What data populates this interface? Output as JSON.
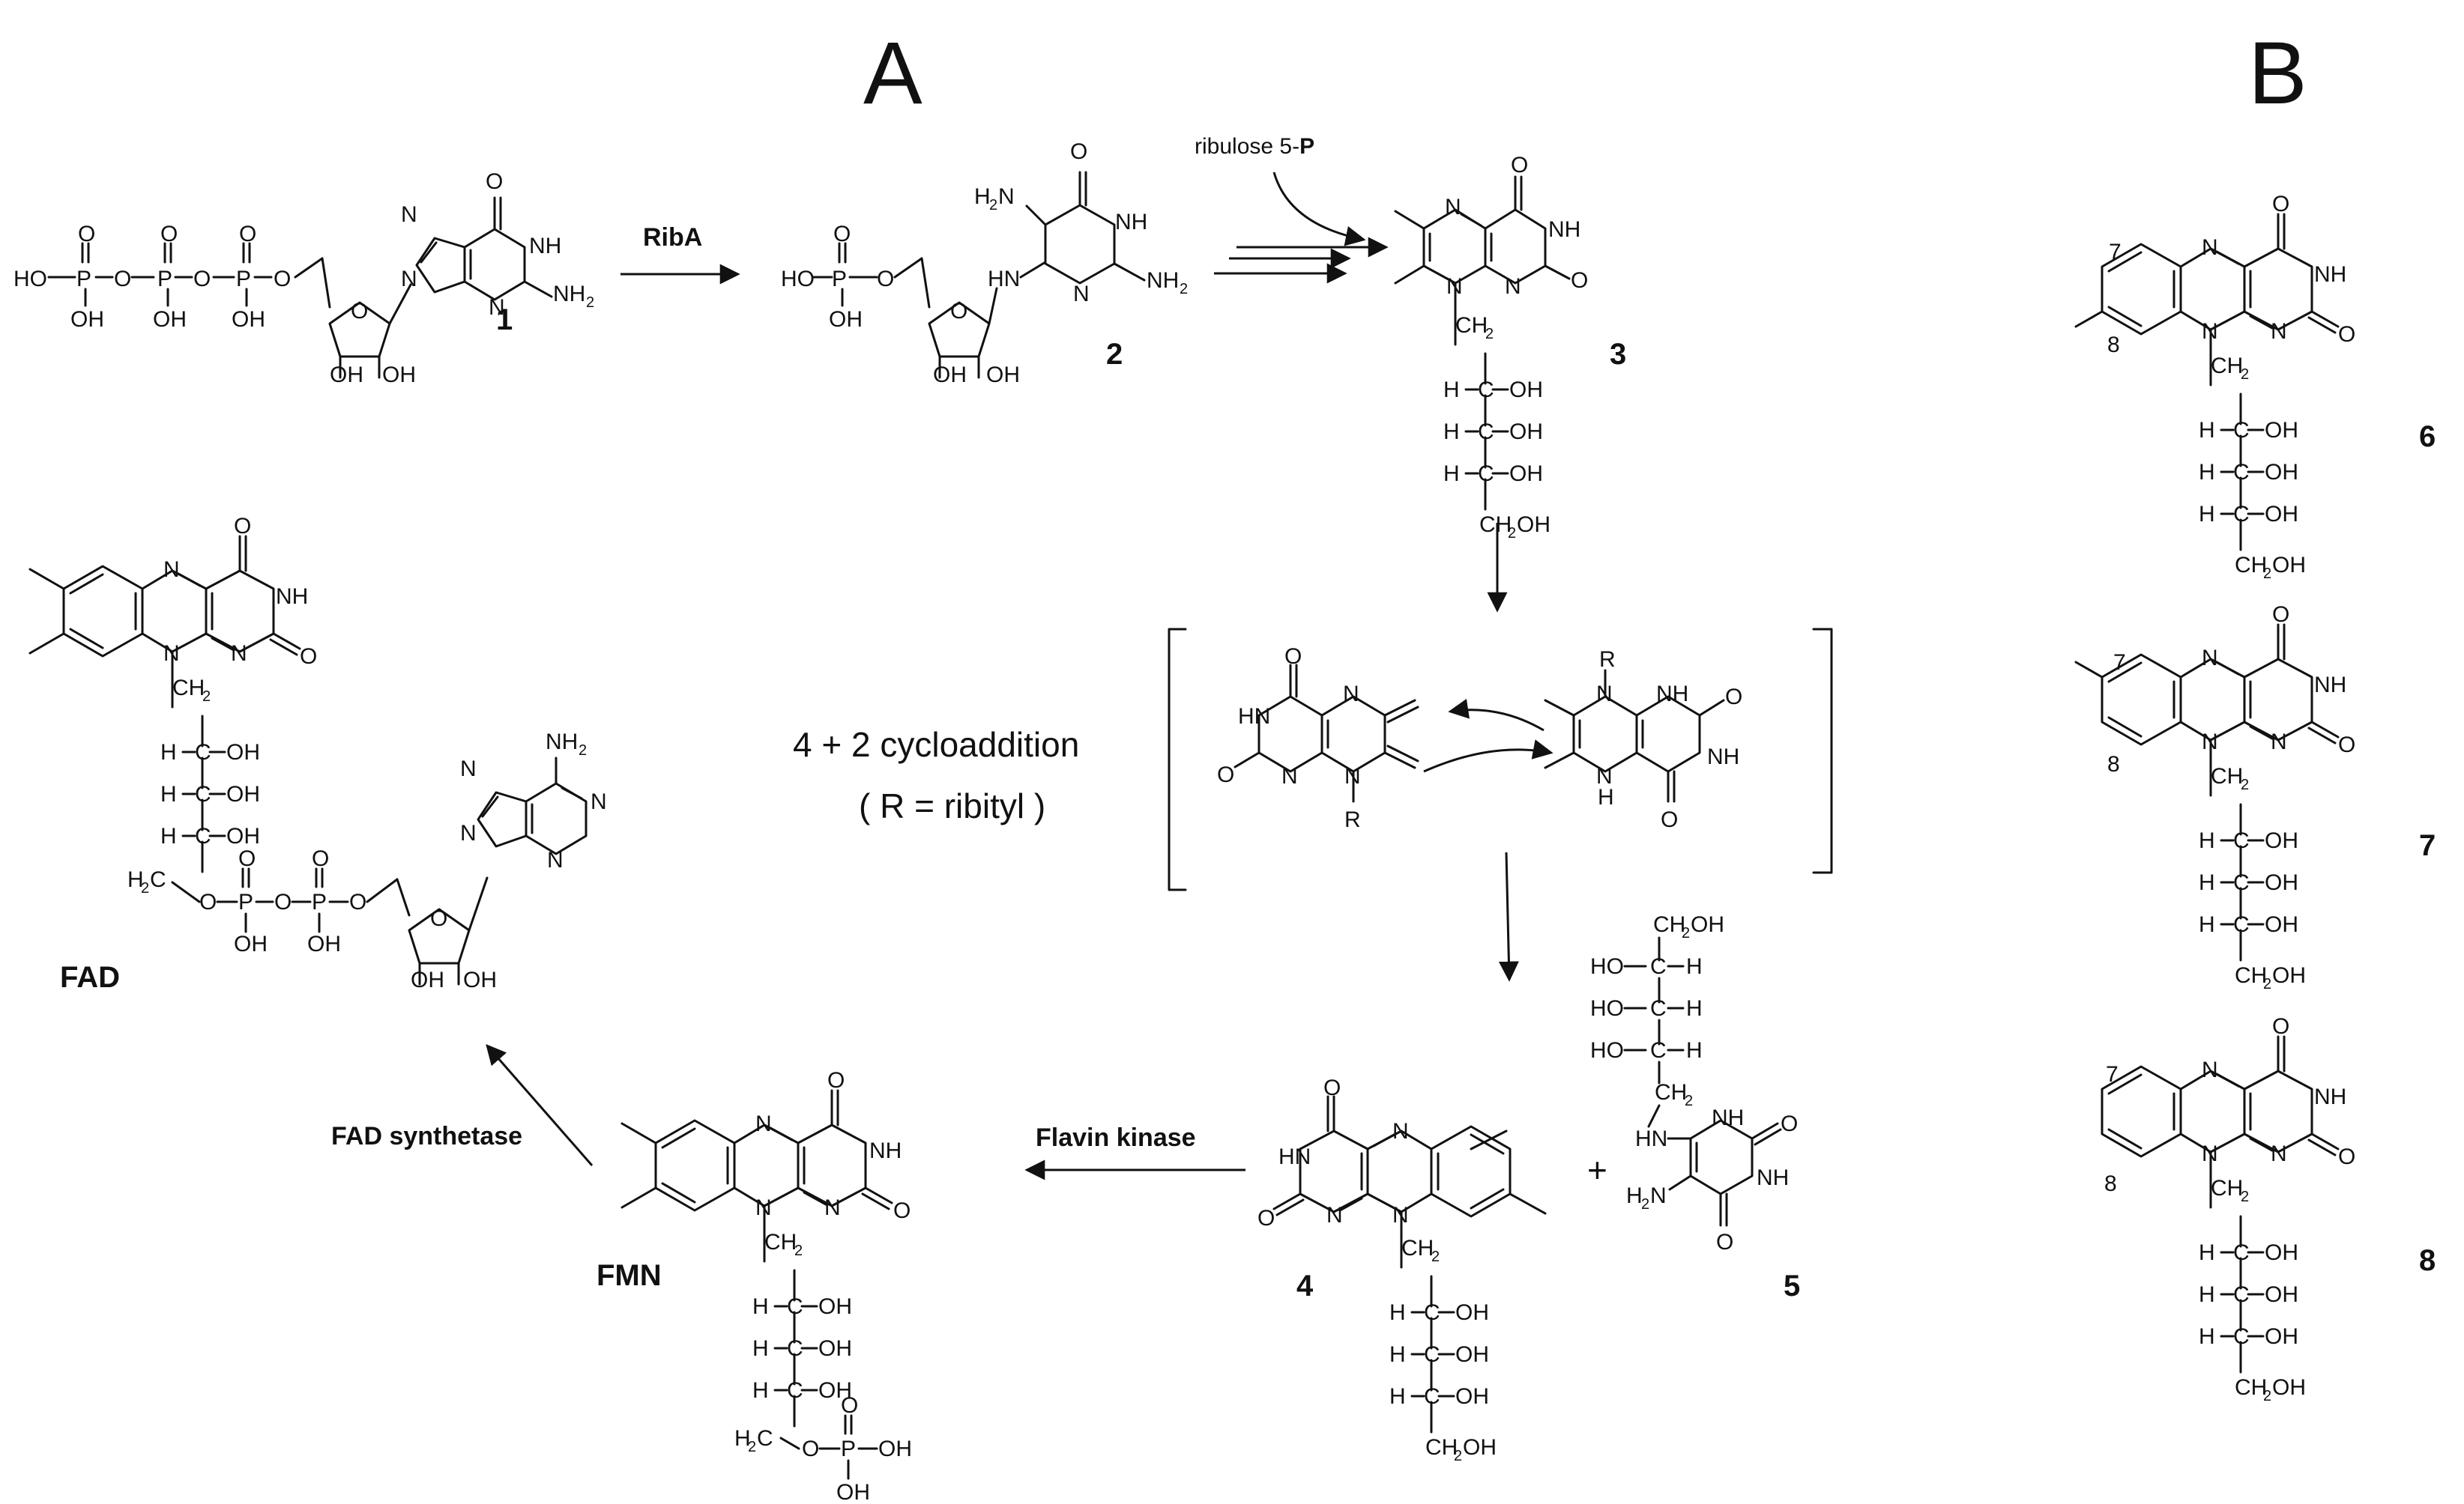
{
  "panels": {
    "a": "A",
    "b": "B"
  },
  "compounds": {
    "c1": "1",
    "c2": "2",
    "c3": "3",
    "c4": "4",
    "c5": "5",
    "c6": "6",
    "c7": "7",
    "c8": "8",
    "fad": "FAD",
    "fmn": "FMN"
  },
  "enzymes": {
    "riba": "RibA",
    "flavin_kinase": "Flavin kinase",
    "fad_synthetase": "FAD synthetase"
  },
  "substrate": {
    "prefix": "ribulose 5-",
    "bold": "P"
  },
  "mechanism": {
    "line1": "4  +  2 cycloaddition",
    "line2": "( R = ribityl )"
  },
  "positions": {
    "p7": "7",
    "p8": "8"
  },
  "atoms": {
    "O": "O",
    "N": "N",
    "NH": "NH",
    "HN": "HN",
    "H": "H",
    "P": "P",
    "C": "C",
    "OH": "OH",
    "HO": "HO",
    "R": "R",
    "NH2": "NH",
    "H2N": "H",
    "CH2": "CH",
    "CH2OH": "CH",
    "H2C": "H",
    "sub2": "2",
    "OH_tail": "OH",
    "HCOH_H": "H",
    "HCOH_C": "C",
    "HCOH_OH": "OH",
    "HOCH_HO": "HO",
    "HOCH_C": "C",
    "HOCH_H": "H",
    "NtoH": "N"
  }
}
